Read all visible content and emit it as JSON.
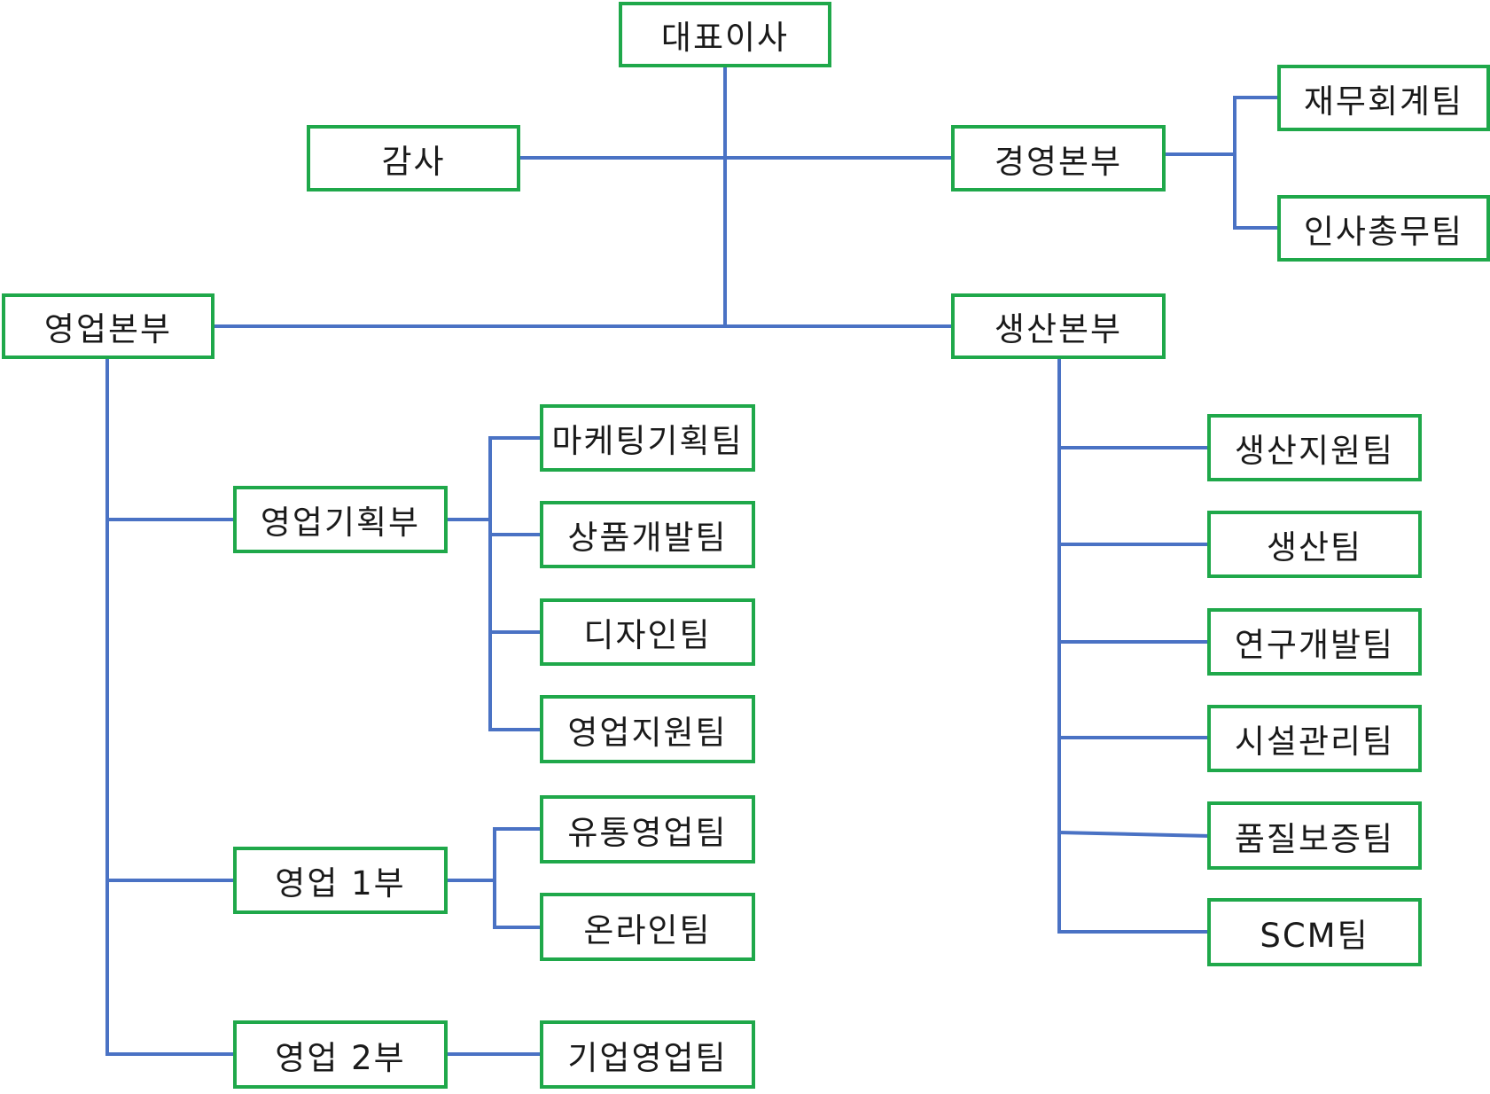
{
  "colors": {
    "box_border": "#1fa84a",
    "connector": "#4a72c4",
    "text": "#1a1a1a"
  },
  "nodes": {
    "ceo": "대표이사",
    "audit": "감사",
    "mgmt_hq": "경영본부",
    "finance_team": "재무회계팀",
    "hr_team": "인사총무팀",
    "sales_hq": "영업본부",
    "prod_hq": "생산본부",
    "sales_planning": "영업기획부",
    "marketing_team": "마케팅기획팀",
    "product_dev_team": "상품개발팀",
    "design_team": "디자인팀",
    "sales_support_team": "영업지원팀",
    "sales_1": "영업 1부",
    "distribution_team": "유통영업팀",
    "online_team": "온라인팀",
    "sales_2": "영업 2부",
    "corporate_sales_team": "기업영업팀",
    "prod_support_team": "생산지원팀",
    "production_team": "생산팀",
    "rnd_team": "연구개발팀",
    "facility_team": "시설관리팀",
    "qa_team": "품질보증팀",
    "scm_team": "SCM팀"
  }
}
